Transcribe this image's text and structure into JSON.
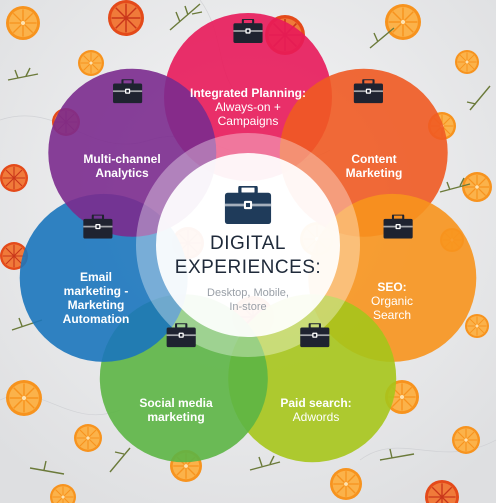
{
  "center": {
    "title_line1": "DIGITAL",
    "title_line2": "EXPERIENCES:",
    "subtitle_line1": "Desktop, Mobile,",
    "subtitle_line2": "In-store"
  },
  "petals": [
    {
      "id": "integrated-planning",
      "title": "Integrated Planning:",
      "subtitle_line1": "Always-on +",
      "subtitle_line2": "Campaigns",
      "color": "#e8195a"
    },
    {
      "id": "content-marketing",
      "title_line1": "Content",
      "title_line2": "Marketing",
      "color": "#f05a22"
    },
    {
      "id": "seo",
      "title": "SEO:",
      "subtitle_line1": "Organic",
      "subtitle_line2": "Search",
      "color": "#f7941d"
    },
    {
      "id": "paid-search",
      "title": "Paid search:",
      "subtitle_line1": "Adwords",
      "color": "#a6c51b"
    },
    {
      "id": "social-media-marketing",
      "title_line1": "Social media",
      "title_line2": "marketing",
      "color": "#5cb545"
    },
    {
      "id": "email-marketing",
      "title_line1": "Email",
      "title_line2": "marketing -",
      "title_line3": "Marketing",
      "title_line4": "Automation",
      "color": "#1b75bc"
    },
    {
      "id": "multi-channel-analytics",
      "title_line1": "Multi-channel",
      "title_line2": "Analytics",
      "color": "#7b2b8e"
    }
  ],
  "icon": "briefcase-icon",
  "decor_color": "#f58220"
}
